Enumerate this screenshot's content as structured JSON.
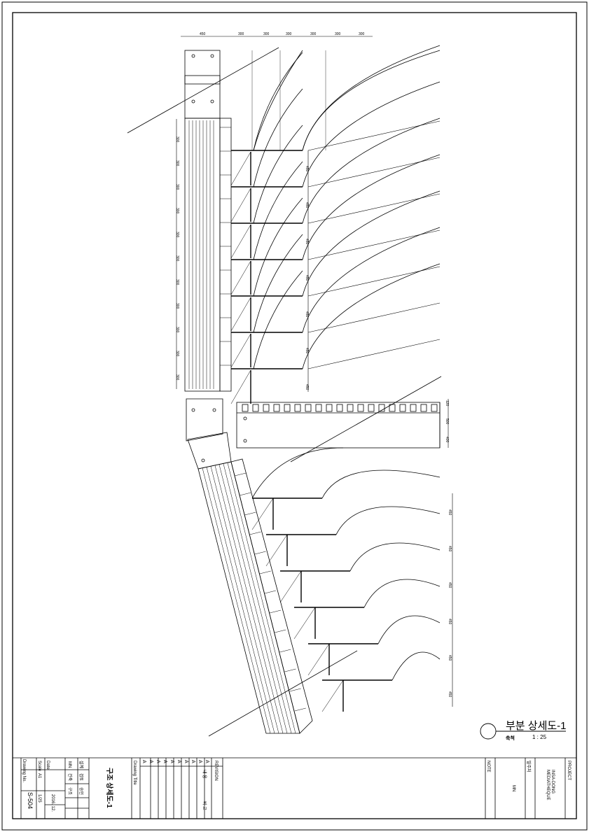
{
  "drawing": {
    "title": "부분 상세도-1",
    "scale_label": "축척",
    "scale_value": "1 : 25"
  },
  "dimensions": {
    "top_widths": [
      "450",
      "300",
      "300",
      "300",
      "300",
      "300",
      "300"
    ],
    "column_spacing": [
      "300",
      "300",
      "300",
      "300",
      "300",
      "300",
      "300",
      "300",
      "300",
      "300",
      "300"
    ],
    "right_upper": [
      "450",
      "450",
      "450",
      "450",
      "450",
      "450",
      "450"
    ],
    "right_beam": [
      "120",
      "500",
      "400"
    ],
    "right_lower": [
      "450",
      "450",
      "450",
      "450",
      "450",
      "450"
    ]
  },
  "title_block": {
    "project_label": "PROJECT",
    "project_name_1": "INSA-DONG",
    "project_name_2": "MEDIATHEQUE",
    "owner_label": "발주처",
    "owner_value": "MN",
    "note_label": "NOTE",
    "revision_label": "REVISION",
    "revision_content": "내 용",
    "revision_note": "비 고",
    "revision_marks": [
      "A",
      "A",
      "A",
      "A",
      "A",
      "A",
      "A",
      "A",
      "A",
      "A"
    ],
    "drawing_title_label": "Drawing Title",
    "drawing_title": "구조 상세도-1",
    "drafter": "설계",
    "check": "검토",
    "approve": "승인",
    "role_a": "건축",
    "role_b": "구조",
    "firm": "MN",
    "date_label": "Date",
    "date_value": "2016. 12.",
    "scale_label": "Scale",
    "scale_value": "A1",
    "scale_value_2": "1/25",
    "drawing_no_label": "Drawing No.",
    "drawing_no": "S-504"
  }
}
